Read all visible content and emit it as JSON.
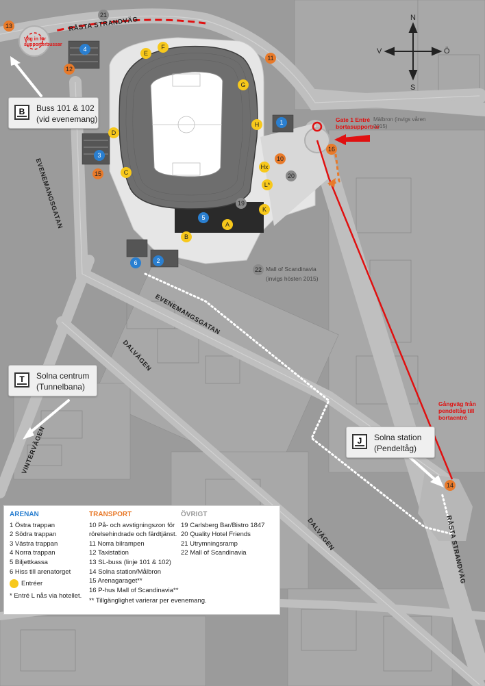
{
  "compass": {
    "north": "N",
    "south": "S",
    "east": "Ö",
    "west": "V"
  },
  "roads": {
    "rasta_top": "RÅSTA STRANDVÄG",
    "evenemangsgatan_left": "EVENEMANGSGATAN",
    "evenemangsgatan_mid": "EVENEMANGSGATAN",
    "dalvagen_mid": "DALVÄGEN",
    "dalvagen_low": "DALVÄGEN",
    "vintervagen": "VINTERVÄGEN",
    "rasta_right": "RÅSTA STRANDVÄG"
  },
  "boxes": {
    "bus": {
      "icon": "B",
      "line1": "Buss 101 & 102",
      "line2": "(vid evenemang)"
    },
    "tunnelbana": {
      "icon": "T",
      "line1": "Solna centrum",
      "line2": "(Tunnelbana)"
    },
    "pendeltag": {
      "icon": "J",
      "line1": "Solna station",
      "line2": "(Pendeltåg)"
    }
  },
  "annotations": {
    "supporter_bus": "Väg in för supporterbussar",
    "gate": "Gate 1 Entré bortasupportrar",
    "mall_bridge": "Mälbron (invigs våren 2015)",
    "walkway": "Gångväg från pendeltåg till bortaentré",
    "mall": "Mall of Scandinavia",
    "mall_sub": "(invigs hösten 2015)"
  },
  "markers": {
    "entries": [
      {
        "label": "A"
      },
      {
        "label": "B"
      },
      {
        "label": "C"
      },
      {
        "label": "D"
      },
      {
        "label": "E"
      },
      {
        "label": "F"
      },
      {
        "label": "G"
      },
      {
        "label": "H"
      },
      {
        "label": "Hx"
      },
      {
        "label": "K"
      },
      {
        "label": "L*"
      }
    ],
    "arena": [
      "1",
      "2",
      "3",
      "4",
      "5",
      "6"
    ],
    "transport": [
      "10",
      "11",
      "12",
      "13",
      "14",
      "15",
      "16"
    ],
    "other": [
      "19",
      "20",
      "21",
      "22"
    ]
  },
  "legend": {
    "arena": {
      "title": "ARENAN",
      "items": [
        "1 Östra trappan",
        "2 Södra trappan",
        "3 Västra trappan",
        "4 Norra trappan",
        "5 Biljettkassa",
        "6 Hiss till arenatorget"
      ],
      "entries_label": "Entréer",
      "note": "* Entré L nås via hotellet."
    },
    "transport": {
      "title": "TRANSPORT",
      "items": [
        "10 På- och avstigningszon för",
        "rörelsehindrade och färdtjänst.",
        "11 Norra bilrampen",
        "12 Taxistation",
        "13 SL-buss (linje 101 & 102)",
        "14 Solna station/Målbron",
        "15 Arenagaraget**",
        "16 P-hus Mall of Scandinavia**"
      ],
      "note": "** Tillgänglighet varierar per evenemang."
    },
    "other": {
      "title": "ÖVRIGT",
      "items": [
        "19 Carlsberg Bar/Bistro 1847",
        "20 Quality Hotel Friends",
        "21 Utrymningsramp",
        "22 Mall of Scandinavia"
      ]
    }
  },
  "colors": {
    "entry": "#f7c81b",
    "arena": "#2a7fd0",
    "transport": "#e87a2a",
    "other": "#8a8a8a",
    "route": "#e01010",
    "arena_title": "#2a7fd0",
    "transport_title": "#e87a2a",
    "other_title": "#999999"
  }
}
